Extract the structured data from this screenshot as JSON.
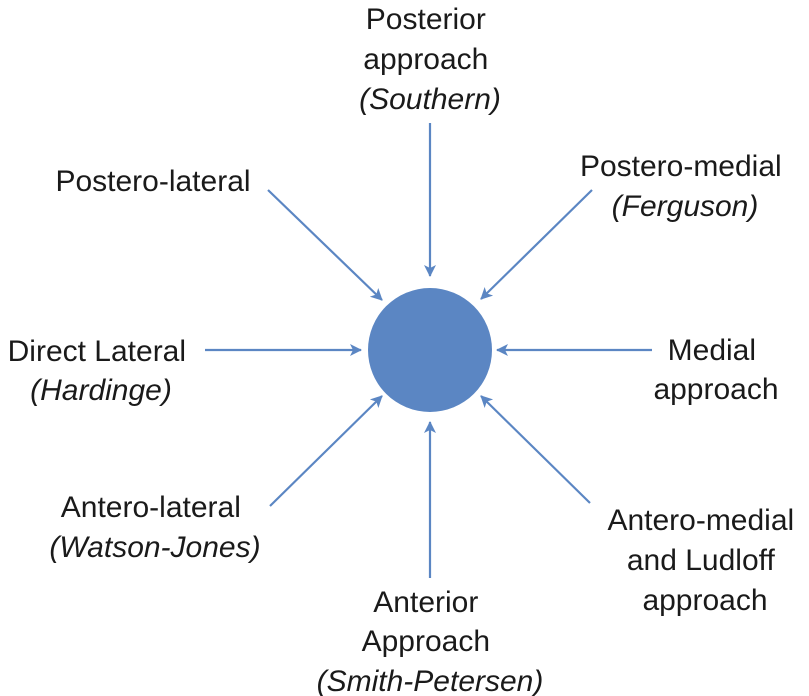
{
  "colors": {
    "accent": "#5b86c3",
    "text": "#1a1a1a",
    "background": "#ffffff"
  },
  "center": {
    "name": "hip-joint-circle"
  },
  "approaches": {
    "posterior": {
      "lines": [
        "Posterior",
        "approach"
      ],
      "eponym": "(Southern)"
    },
    "postero_medial": {
      "lines": [
        "Postero-medial"
      ],
      "eponym": "(Ferguson)"
    },
    "medial": {
      "lines": [
        "Medial",
        "approach"
      ],
      "eponym": ""
    },
    "antero_medial": {
      "lines": [
        "Antero-medial",
        "and Ludloff",
        "approach"
      ],
      "eponym": ""
    },
    "anterior": {
      "lines": [
        "Anterior",
        "Approach"
      ],
      "eponym": "(Smith-Petersen)"
    },
    "antero_lateral": {
      "lines": [
        "Antero-lateral"
      ],
      "eponym": "(Watson-Jones)"
    },
    "direct_lateral": {
      "lines": [
        "Direct Lateral"
      ],
      "eponym": "(Hardinge)"
    },
    "postero_lateral": {
      "lines": [
        "Postero-lateral"
      ],
      "eponym": ""
    }
  }
}
